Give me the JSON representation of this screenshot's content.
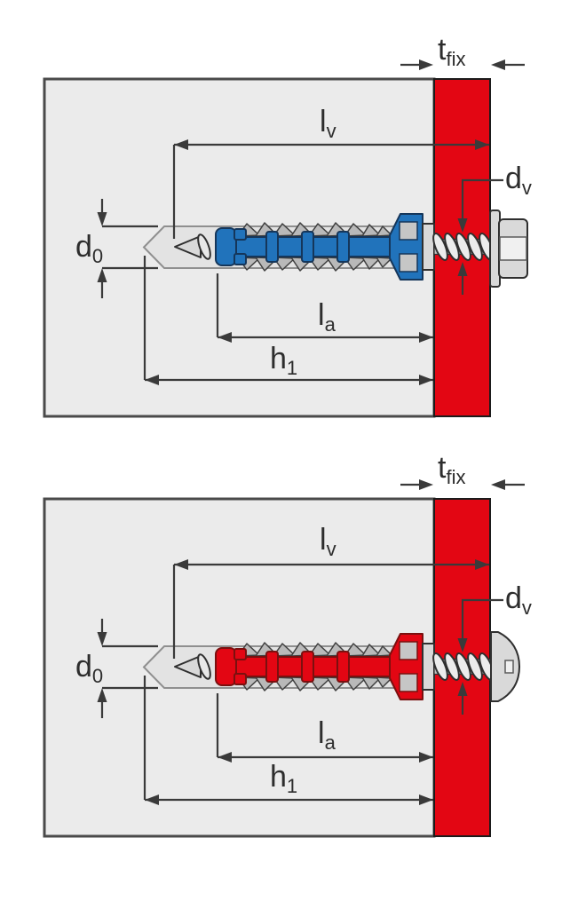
{
  "colors": {
    "wall": "#ebebeb",
    "wall_border": "#4a4a4a",
    "plate": "#e30613",
    "plate_border": "#1b1b1b",
    "hole": "#e3e3e3",
    "hole_border": "#8f8f8f",
    "metal": "#d9d9d9",
    "metal_dark": "#2f2f2f",
    "fin": "#b9b9b9",
    "fin_dark": "#3f3f3f",
    "line": "#3a3a3a",
    "text": "#2d2d2d",
    "anchor_blue": "#2173bb",
    "anchor_blue_dark": "#15365a",
    "anchor_red": "#e30613",
    "anchor_red_dark": "#7a100f"
  },
  "panels": [
    {
      "id": "top",
      "screw_head": "hex",
      "anchor_color": "#2173bb",
      "labels": {
        "tfix": {
          "base": "t",
          "sub": "fix"
        },
        "lv": {
          "base": "l",
          "sub": "v"
        },
        "dv": {
          "base": "d",
          "sub": "v"
        },
        "d0": {
          "base": "d",
          "sub": "0"
        },
        "la": {
          "base": "l",
          "sub": "a"
        },
        "h1": {
          "base": "h",
          "sub": "1"
        }
      }
    },
    {
      "id": "bottom",
      "screw_head": "pan",
      "anchor_color": "#e30613",
      "labels": {
        "tfix": {
          "base": "t",
          "sub": "fix"
        },
        "lv": {
          "base": "l",
          "sub": "v"
        },
        "dv": {
          "base": "d",
          "sub": "v"
        },
        "d0": {
          "base": "d",
          "sub": "0"
        },
        "la": {
          "base": "l",
          "sub": "a"
        },
        "h1": {
          "base": "h",
          "sub": "1"
        }
      }
    }
  ]
}
